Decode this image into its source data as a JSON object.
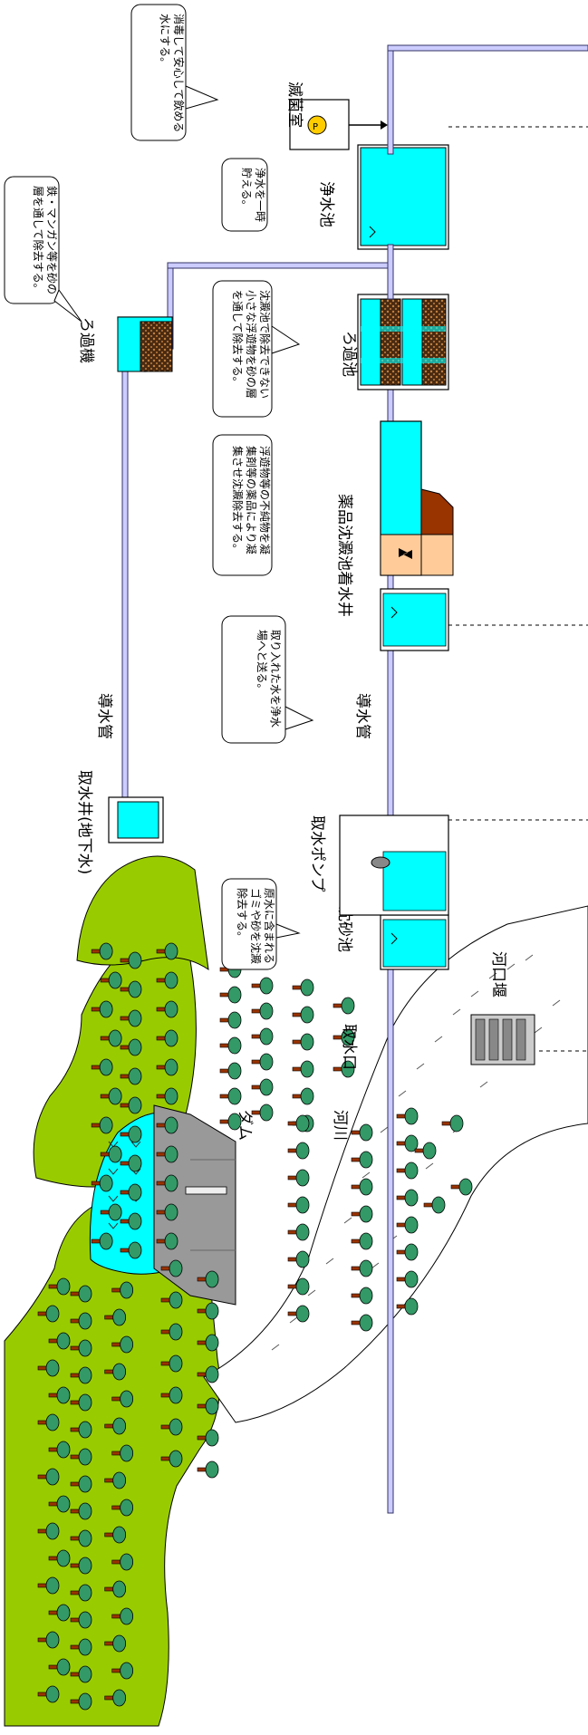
{
  "labels": {
    "dam": "ダム",
    "river": "河川",
    "river_mouth_weir": "河口堰",
    "intake": "取水口",
    "grit_chamber": "沈砂池",
    "intake_pump": "取水ポンプ",
    "conduit_main": "導水管",
    "conduit_well": "導水管",
    "intake_well": "取水井(地下水)",
    "receiving_well": "着水井",
    "sedimentation": "薬品沈澱池",
    "filter_basin": "ろ過池",
    "filter_machine": "ろ過機",
    "clear_well": "浄水池",
    "disinfection_room": "滅菌室"
  },
  "notes": {
    "grit": [
      "原水に含まれる",
      "ゴミや砂を沈澱",
      "除去する。"
    ],
    "conduit": [
      "取り入れた水を浄水",
      "場へと送る。"
    ],
    "sedimentation": [
      "浮遊物等の不純物を凝",
      "集剤等の薬品により凝",
      "集させ沈澱除去する。"
    ],
    "filter_basin": [
      "沈澱池で除去できない",
      "小さな浮遊物を砂の層",
      "を通して除去する。"
    ],
    "clear_well": [
      "浄水を一時",
      "貯える。"
    ],
    "disinfection": [
      "消毒して安心して飲める",
      "水にする。"
    ],
    "filter_machine": [
      "鉄・マンガン等を砂の",
      "層を通して除去する。"
    ]
  },
  "colors": {
    "hill": "#99cc00",
    "water": "#00ffff",
    "dam": "#999999",
    "tree": "#339966",
    "trunk": "#993300",
    "pipe": "#ccccff",
    "pipe_edge": "#333366",
    "filter_media": "#663300"
  }
}
